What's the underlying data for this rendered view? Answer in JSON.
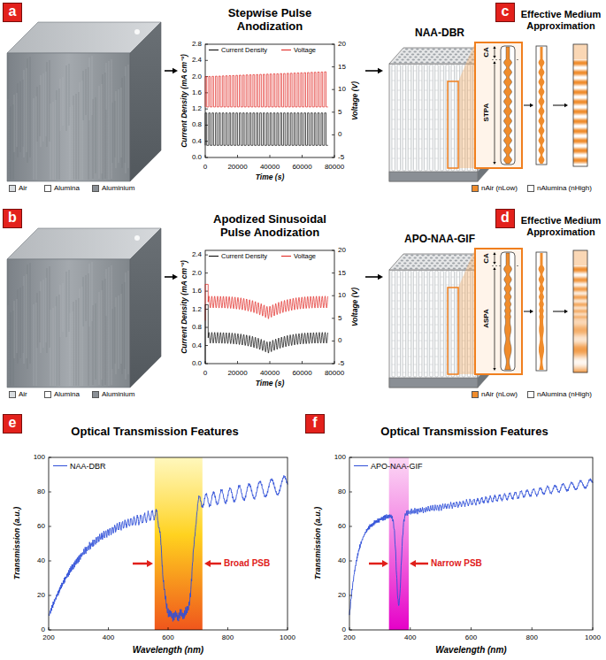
{
  "diagram": {
    "nodes": [
      {
        "text": [
          "a"
        ]
      },
      {
        "text": [
          "c"
        ]
      },
      {
        "text": [
          "b"
        ]
      },
      {
        "text": [
          "d"
        ]
      },
      {
        "text": [
          "e"
        ]
      },
      {
        "text": [
          "f"
        ]
      }
    ],
    "labels": [
      "Stepwise Pulse Anodization",
      "0.0",
      "0.4",
      "0.8",
      "1.2",
      "1.6",
      "2.0",
      "2.4",
      "2.8",
      "Current Density (mA cm⁻²)",
      "-5",
      "0",
      "5",
      "10",
      "15",
      "20",
      "Voltage (V)",
      "0",
      "20000",
      "40000",
      "60000",
      "80000",
      "Time (s)",
      "NAA-DBR",
      "Effective Medium Approximation",
      "CA",
      "STPA",
      "Apodized Sinusoidal Pulse Anodization",
      "0.0",
      "0.4",
      "0.8",
      "1.2",
      "1.6",
      "2.0",
      "2.4",
      "Current Density (mA cm⁻²)",
      "-5",
      "0",
      "5",
      "10",
      "15",
      "20",
      "Voltage (V)",
      "0",
      "20000",
      "40000",
      "60000",
      "80000",
      "Time (s)",
      "APO-NAA-GIF",
      "Effective Medium Approximation",
      "CA",
      "ASPA",
      "Optical Transmission Features",
      "0",
      "20",
      "40",
      "60",
      "80",
      "100",
      "Transmission (a.u.)",
      "200",
      "400",
      "600",
      "800",
      "1000",
      "Wavelength (nm)",
      "Broad PSB",
      "Optical Transmission Features",
      "0",
      "20",
      "40",
      "60",
      "80",
      "100",
      "Transmission (a.u.)",
      "200",
      "400",
      "600",
      "800",
      "1000",
      "Wavelength (nm)",
      "Narrow PSB"
    ],
    "legend": [
      {
        "text": "Current Density"
      },
      {
        "text": "Voltage"
      },
      {
        "text": "Air",
        "color": "#d9dde0"
      },
      {
        "text": "Alumina",
        "color": "#ffffff"
      },
      {
        "text": "Aluminium",
        "color": "#8a8f95"
      },
      {
        "text": "nAir (nLow)",
        "color": "#f08c2c"
      },
      {
        "text": "nAlumina (nHigh)",
        "color": "#ffffff"
      },
      {
        "text": "Current Density"
      },
      {
        "text": "Voltage"
      },
      {
        "text": "Air",
        "color": "#d9dde0"
      },
      {
        "text": "Alumina",
        "color": "#ffffff"
      },
      {
        "text": "Aluminium",
        "color": "#8a8f95"
      },
      {
        "text": "nAir (nLow)",
        "color": "#f08c2c"
      },
      {
        "text": "nAlumina (nHigh)",
        "color": "#ffffff"
      },
      {
        "text": "NAA-DBR"
      },
      {
        "text": "APO-NAA-GIF"
      }
    ]
  }
}
